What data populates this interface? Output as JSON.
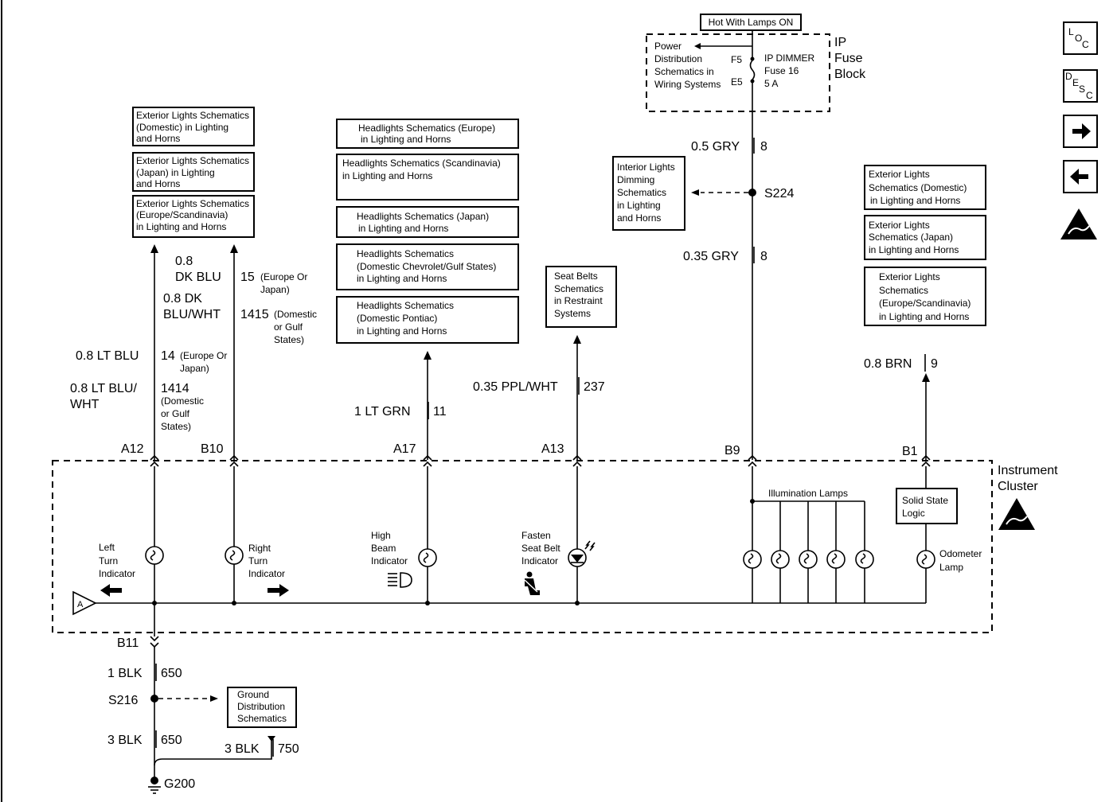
{
  "top_box": "Hot With Lamps ON",
  "fuse_block": {
    "title": [
      "IP",
      "Fuse",
      "Block"
    ],
    "power_ref": [
      "Power",
      "Distribution",
      "Schematics in",
      "Wiring Systems"
    ],
    "terminal_top": "F5",
    "terminal_bottom": "E5",
    "fuse": [
      "IP DIMMER",
      "Fuse 16",
      "5 A"
    ]
  },
  "nav_buttons": [
    {
      "name": "loc",
      "label": "LOC"
    },
    {
      "name": "desc",
      "label": "DESC"
    },
    {
      "name": "next",
      "label": "→"
    },
    {
      "name": "prev",
      "label": "←"
    }
  ],
  "left_refs": [
    [
      "Exterior Lights Schematics",
      "(Domestic) in Lighting",
      "and Horns"
    ],
    [
      "Exterior Lights Schematics",
      "(Japan) in Lighting",
      "and Horns"
    ],
    [
      "Exterior Lights Schematics",
      "(Europe/Scandinavia)",
      "in Lighting and Horns"
    ]
  ],
  "headlight_refs": [
    [
      "Headlights Schematics (Europe)",
      "in Lighting and Horns"
    ],
    [
      "Headlights Schematics (Scandinavia)",
      "in Lighting and Horns"
    ],
    [
      "Headlights Schematics (Japan)",
      "in Lighting and Horns"
    ],
    [
      "Headlights Schematics",
      "(Domestic Chevrolet/Gulf States)",
      "in Lighting and Horns"
    ],
    [
      "Headlights Schematics",
      "(Domestic Pontiac)",
      "in Lighting and Horns"
    ]
  ],
  "seatbelt_ref": [
    "Seat Belts",
    "Schematics",
    "in Restraint",
    "Systems"
  ],
  "interior_ref": [
    "Interior Lights",
    "Dimming",
    "Schematics",
    "in Lighting",
    "and Horns"
  ],
  "right_refs": [
    [
      "Exterior Lights",
      "Schematics (Domestic)",
      "in Lighting and Horns"
    ],
    [
      "Exterior Lights",
      "Schematics (Japan)",
      "in Lighting and Horns"
    ],
    [
      "Exterior Lights",
      "Schematics",
      "(Europe/Scandinavia)",
      "in Lighting and Horns"
    ]
  ],
  "ground_ref": [
    "Ground",
    "Distribution",
    "Schematics"
  ],
  "wires": {
    "gry_upper": {
      "gauge": "0.5 GRY",
      "circuit": "8"
    },
    "gry_lower": {
      "gauge": "0.35 GRY",
      "circuit": "8"
    },
    "splice_s224": "S224",
    "dkblu_1": {
      "gauge": [
        "0.8",
        "DK BLU"
      ],
      "circuit": "15",
      "note": [
        "(Europe Or",
        "Japan)"
      ]
    },
    "dkblu_2": {
      "gauge": [
        "0.8 DK",
        "BLU/WHT"
      ],
      "circuit": "1415",
      "note": [
        "(Domestic",
        "or Gulf",
        "States)"
      ]
    },
    "ltblu_1": {
      "gauge": "0.8 LT BLU",
      "circuit": "14",
      "note": [
        "(Europe Or",
        "Japan)"
      ]
    },
    "ltblu_2": {
      "gauge": [
        "0.8 LT BLU/",
        "WHT"
      ],
      "circuit": "1414",
      "note": [
        "(Domestic",
        "or Gulf",
        "States)"
      ]
    },
    "ltgrn": {
      "gauge": "1 LT GRN",
      "circuit": "11"
    },
    "pplwht": {
      "gauge": "0.35 PPL/WHT",
      "circuit": "237"
    },
    "brn": {
      "gauge": "0.8 BRN",
      "circuit": "9"
    },
    "blk_1": {
      "gauge": "1 BLK",
      "circuit": "650"
    },
    "splice_s216": "S216",
    "blk_2": {
      "gauge": "3 BLK",
      "circuit": "650"
    },
    "blk_3": {
      "gauge": "3 BLK",
      "circuit": "750"
    },
    "ground": "G200"
  },
  "connectors": [
    "A12",
    "B10",
    "A17",
    "A13",
    "B9",
    "B1",
    "B11"
  ],
  "cluster": {
    "title": [
      "Instrument",
      "Cluster"
    ],
    "illumination": "Illumination Lamps",
    "logic": [
      "Solid State",
      "Logic"
    ],
    "odometer": [
      "Odometer",
      "Lamp"
    ],
    "left_turn": [
      "Left",
      "Turn",
      "Indicator"
    ],
    "right_turn": [
      "Right",
      "Turn",
      "Indicator"
    ],
    "high_beam": [
      "High",
      "Beam",
      "Indicator"
    ],
    "seat_belt": [
      "Fasten",
      "Seat Belt",
      "Indicator"
    ],
    "ref_a": "A"
  }
}
